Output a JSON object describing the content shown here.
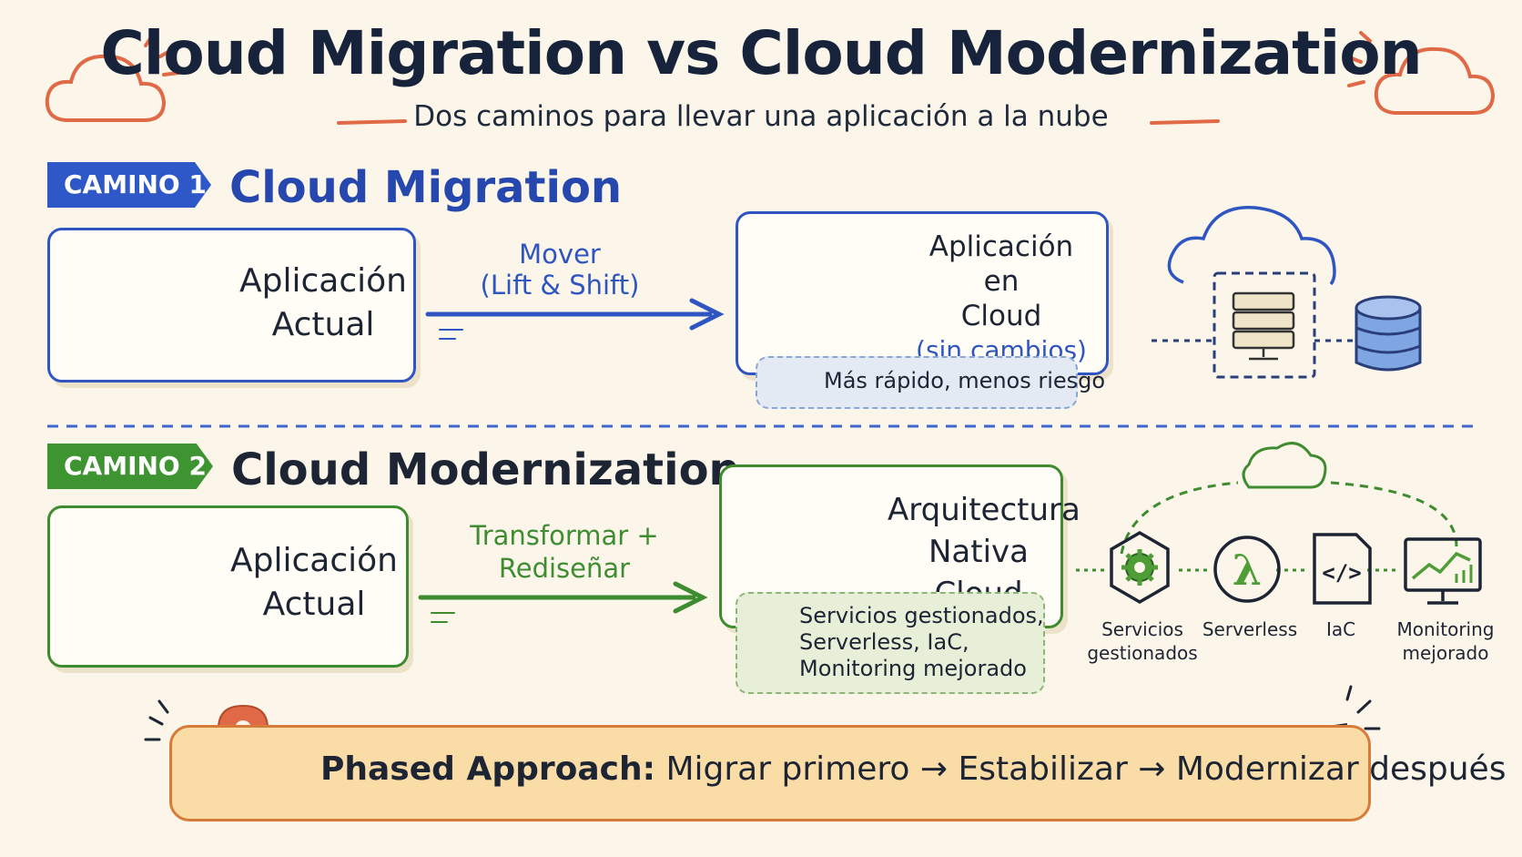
{
  "title": "Cloud Migration vs Cloud Modernization",
  "subtitle": "Dos caminos para llevar una aplicación a la nube",
  "path1": {
    "tag": "CAMINO 1",
    "title": "Cloud Migration",
    "source_line1": "Aplicación",
    "source_line2": "Actual",
    "arrow_line1": "Mover",
    "arrow_line2": "(Lift & Shift)",
    "target_line1": "Aplicación en",
    "target_line2": "Cloud",
    "target_note": "(sin cambios)",
    "benefit": "Más rápido, menos riesgo",
    "accent": "#2f55c2"
  },
  "path2": {
    "tag": "CAMINO 2",
    "title": "Cloud Modernization",
    "source_line1": "Aplicación",
    "source_line2": "Actual",
    "arrow_line1": "Transformar +",
    "arrow_line2": "Rediseñar",
    "target_line1": "Arquitectura",
    "target_line2": "Nativa Cloud",
    "benefit": "Servicios gestionados,\nServerless, IaC,\nMonitoring mejorado",
    "accent": "#3e8b30",
    "services": [
      {
        "line1": "Servicios",
        "line2": "gestionados",
        "icon": "gear-icon"
      },
      {
        "line1": "Serverless",
        "line2": "",
        "icon": "lambda-icon"
      },
      {
        "line1": "IaC",
        "line2": "",
        "icon": "code-file-icon"
      },
      {
        "line1": "Monitoring",
        "line2": "mejorado",
        "icon": "monitor-chart-icon"
      }
    ]
  },
  "phased": {
    "bold": "Phased Approach:",
    "step1": "Migrar primero",
    "step2": "Estabilizar",
    "step3": "Modernizar después",
    "separator": "→",
    "accent": "#d77b39"
  }
}
